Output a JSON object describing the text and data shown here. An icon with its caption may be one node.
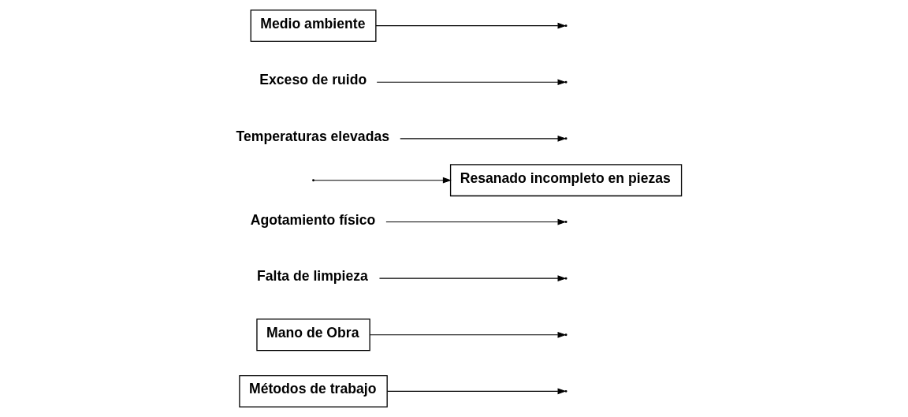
{
  "diagram": {
    "nodes": [
      {
        "text": [
          "Métodos de trabajo"
        ]
      },
      {
        "text": [
          "Mano de Obra"
        ]
      },
      {
        "text": [
          "Falta de limpieza"
        ]
      },
      {
        "text": [
          "Agotamiento físico"
        ]
      },
      {
        "text": [
          "Resanado incompleto en piezas"
        ]
      },
      {
        "text": [
          "Temperaturas elevadas"
        ]
      },
      {
        "text": [
          "Exceso de ruido"
        ]
      },
      {
        "text": [
          "Medio ambiente"
        ]
      }
    ],
    "edges": [
      {
        "from": null,
        "to": 4,
        "arrow": "to"
      },
      {
        "from": 0,
        "to": null,
        "arrow": "to"
      },
      {
        "from": 1,
        "to": null,
        "arrow": "to"
      },
      {
        "from": 7,
        "to": null,
        "arrow": "to"
      },
      {
        "from": 2,
        "to": null,
        "arrow": "to"
      },
      {
        "from": 3,
        "to": null,
        "arrow": "to"
      },
      {
        "from": 5,
        "to": null,
        "arrow": "to"
      },
      {
        "from": 6,
        "to": null,
        "arrow": "to"
      }
    ]
  }
}
